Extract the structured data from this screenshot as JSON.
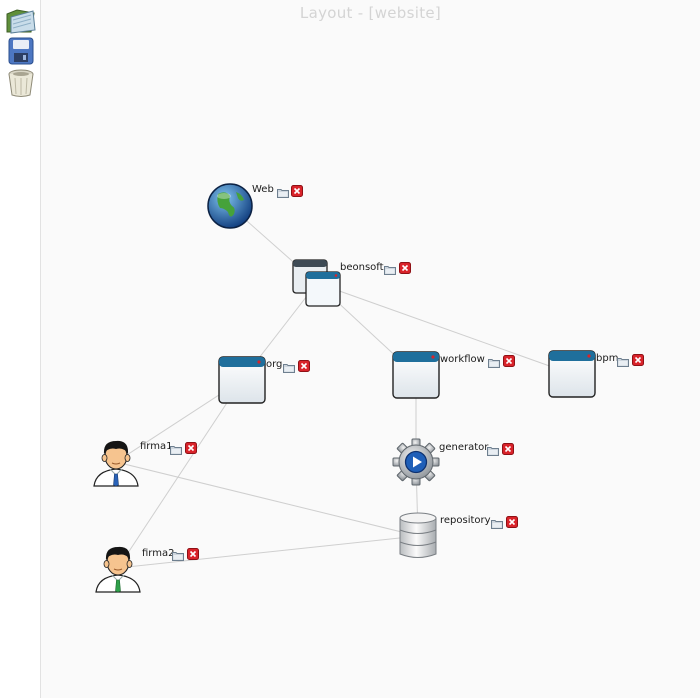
{
  "title": "Layout - [website]",
  "toolbar": {
    "items": [
      {
        "name": "open-icon"
      },
      {
        "name": "save-icon"
      },
      {
        "name": "trash-icon"
      }
    ]
  },
  "nodes": {
    "web": {
      "label": "Web",
      "kind": "globe"
    },
    "beonsoft": {
      "label": "beonsoft",
      "kind": "windows-stack"
    },
    "org": {
      "label": "org",
      "kind": "window"
    },
    "workflow": {
      "label": "workflow",
      "kind": "window"
    },
    "bpm": {
      "label": "bpm",
      "kind": "window"
    },
    "firma1": {
      "label": "firma1",
      "kind": "user-blue-tie"
    },
    "firma2": {
      "label": "firma2",
      "kind": "user-green-tie"
    },
    "generator": {
      "label": "generator",
      "kind": "gear"
    },
    "repository": {
      "label": "repository",
      "kind": "database"
    }
  },
  "edges": [
    [
      "web",
      "beonsoft"
    ],
    [
      "beonsoft",
      "org"
    ],
    [
      "beonsoft",
      "workflow"
    ],
    [
      "beonsoft",
      "bpm"
    ],
    [
      "org",
      "firma1"
    ],
    [
      "org",
      "firma2"
    ],
    [
      "workflow",
      "generator"
    ],
    [
      "generator",
      "repository"
    ],
    [
      "firma1",
      "repository"
    ],
    [
      "firma2",
      "repository"
    ]
  ],
  "colors": {
    "edge": "#cfcfcf",
    "delete": "#d9232a",
    "window_bar": "#1f6f9c",
    "title": "#d4d4d4"
  }
}
